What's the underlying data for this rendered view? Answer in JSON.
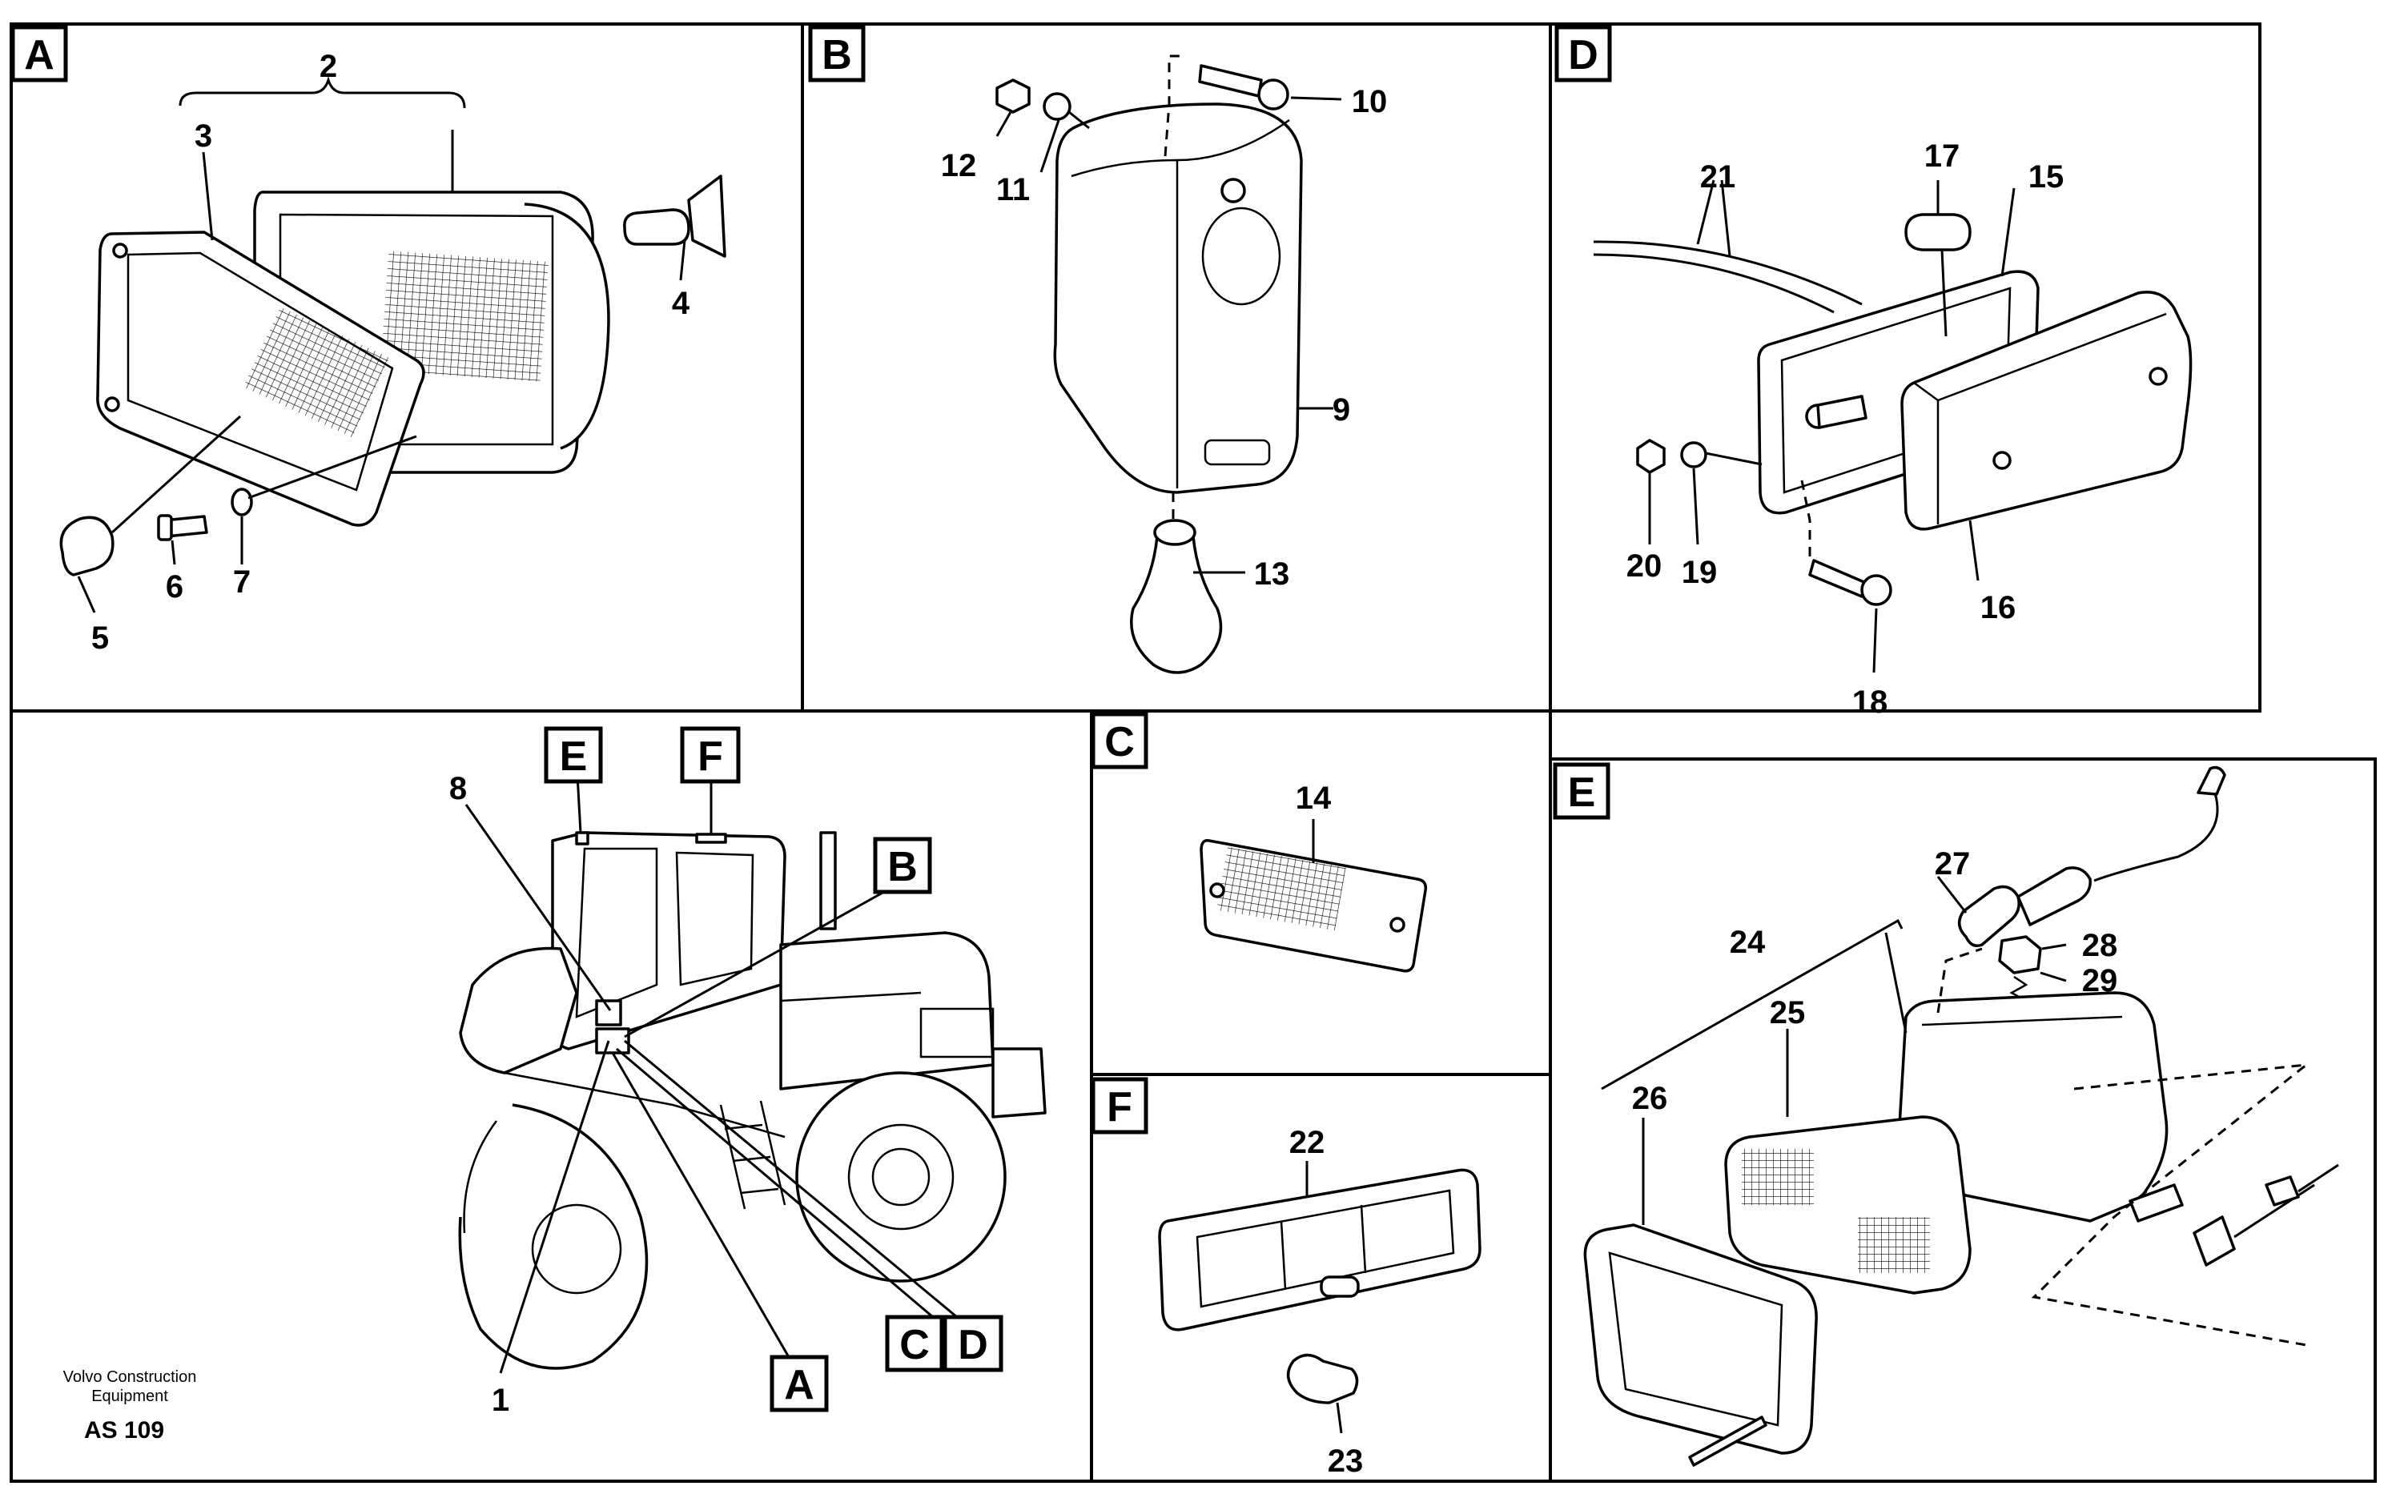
{
  "panels": {
    "A": {
      "tag": "A",
      "labels": [
        "2",
        "3",
        "4",
        "5",
        "6",
        "7"
      ]
    },
    "B": {
      "tag": "B",
      "labels": [
        "12",
        "11",
        "10",
        "9",
        "13"
      ]
    },
    "C": {
      "tag": "C",
      "labels": [
        "14"
      ]
    },
    "D": {
      "tag": "D",
      "labels": [
        "17",
        "21",
        "15",
        "20",
        "19",
        "16",
        "18"
      ]
    },
    "E": {
      "tag": "E",
      "labels": [
        "27",
        "28",
        "29",
        "24",
        "25",
        "26"
      ]
    },
    "F": {
      "tag": "F",
      "labels": [
        "22",
        "23"
      ]
    },
    "overview": {
      "labels": [
        "8",
        "1"
      ],
      "callouts": [
        "E",
        "F",
        "B",
        "C",
        "D",
        "A"
      ]
    }
  },
  "footer": {
    "company_line1": "Volvo Construction",
    "company_line2": "Equipment",
    "code": "AS 109"
  }
}
